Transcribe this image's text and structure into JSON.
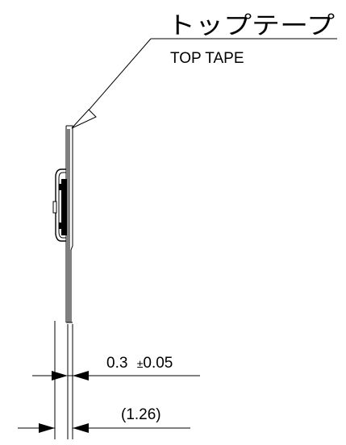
{
  "callout": {
    "label_jp": "トップテープ",
    "label_en": "TOP TAPE"
  },
  "dimensions": {
    "thickness": {
      "value": "0.3",
      "pm": "±",
      "tolerance": "0.05"
    },
    "overall": {
      "value": "(1.26)"
    }
  }
}
